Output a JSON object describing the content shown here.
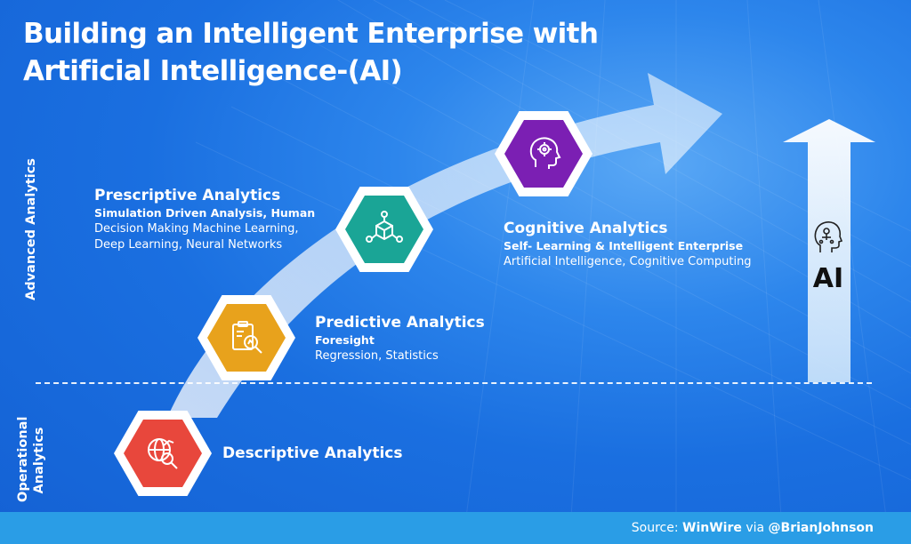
{
  "title": {
    "line1": "Building an Intelligent Enterprise with",
    "line2": "Artificial Intelligence-(AI)"
  },
  "side_labels": {
    "advanced": "Advanced Analytics",
    "operational_line1": "Operational",
    "operational_line2": "Analytics"
  },
  "stages": {
    "descriptive": {
      "title": "Descriptive Analytics",
      "color": "#e8473c",
      "icon": "globe-chart-magnifier-icon"
    },
    "predictive": {
      "title": "Predictive Analytics",
      "subtitle": "Foresight",
      "description": "Regression, Statistics",
      "color": "#e8a21c",
      "icon": "clipboard-magnifier-icon"
    },
    "prescriptive": {
      "title": "Prescriptive Analytics",
      "subtitle": "Simulation Driven Analysis, Human",
      "description_line1": "Decision Making Machine Learning,",
      "description_line2": "Deep Learning, Neural Networks",
      "color": "#1aa596",
      "icon": "network-cube-icon"
    },
    "cognitive": {
      "title": "Cognitive Analytics",
      "subtitle": "Self- Learning & Intelligent Enterprise",
      "description": "Artificial Intelligence, Cognitive Computing",
      "color": "#7b1fb3",
      "icon": "brain-gear-head-icon"
    }
  },
  "ai": {
    "label": "AI",
    "icon": "robot-head-icon"
  },
  "footer": {
    "prefix": "Source: ",
    "brand": "WinWire",
    "middle": " via ",
    "handle": "@BrianJohnson"
  }
}
